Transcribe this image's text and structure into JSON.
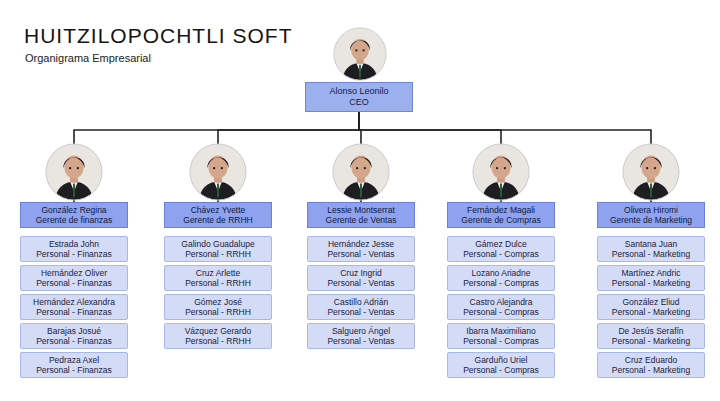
{
  "diagram": {
    "title": "HUITZILOPOCHTLI SOFT",
    "nodes": [
      {
        "text": [
          "Alonso Leonilo",
          "CEO"
        ]
      },
      {
        "text": [
          "González Regina",
          "Gerente de finanzas"
        ]
      },
      {
        "text": [
          "Estrada John",
          "Personal - Finanzas"
        ]
      },
      {
        "text": [
          "Hernández Oliver",
          "Personal - Finanzas"
        ]
      },
      {
        "text": [
          "Hernández Alexandra",
          "Personal - Finanzas"
        ]
      },
      {
        "text": [
          "Barajas Josué",
          "Personal - Finanzas"
        ]
      },
      {
        "text": [
          "Pedraza Axel",
          "Personal - Finanzas"
        ]
      },
      {
        "text": [
          "Chávez Yvette",
          "Gerente de RRHH"
        ]
      },
      {
        "text": [
          "Galindo Guadalupe",
          "Personal - RRHH"
        ]
      },
      {
        "text": [
          "Cruz Arlette",
          "Personal - RRHH"
        ]
      },
      {
        "text": [
          "Gómez José",
          "Personal - RRHH"
        ]
      },
      {
        "text": [
          "Vázquez Gerardo",
          "Personal - RRHH"
        ]
      },
      {
        "text": [
          "Lessie Montserrat",
          "Gerente de Ventas"
        ]
      },
      {
        "text": [
          "Hernández Jesse",
          "Personal - Ventas"
        ]
      },
      {
        "text": [
          "Cruz Ingrid",
          "Personal - Ventas"
        ]
      },
      {
        "text": [
          "Castillo Adrián",
          "Personal - Ventas"
        ]
      },
      {
        "text": [
          "Salguero Ángel",
          "Personal - Ventas"
        ]
      },
      {
        "text": [
          "Fernández Magali",
          "Gerente de Compras"
        ]
      },
      {
        "text": [
          "Gámez Dulce",
          "Personal - Compras"
        ]
      },
      {
        "text": [
          "Lozano Ariadne",
          "Personal - Compras"
        ]
      },
      {
        "text": [
          "Castro Alejandra",
          "Personal - Compras"
        ]
      },
      {
        "text": [
          "Ibarra Maximiliano",
          "Personal - Compras"
        ]
      },
      {
        "text": [
          "Garduño Uriel",
          "Personal - Compras"
        ]
      },
      {
        "text": [
          "Olivera Hiromi",
          "Gerente de Marketing"
        ]
      },
      {
        "text": [
          "Santana Juan",
          "Personal - Marketing"
        ]
      },
      {
        "text": [
          "Martínez Andric",
          "Personal - Marketing"
        ]
      },
      {
        "text": [
          "González Eliud",
          "Personal - Marketing"
        ]
      },
      {
        "text": [
          "De Jesús Serafín",
          "Personal - Marketing"
        ]
      },
      {
        "text": [
          "Cruz Eduardo",
          "Personal - Marketing"
        ]
      }
    ],
    "edges": [
      {
        "from": 0,
        "to": 1,
        "arrow": "none"
      },
      {
        "from": 0,
        "to": 7,
        "arrow": "none"
      },
      {
        "from": 0,
        "to": 12,
        "arrow": "none"
      },
      {
        "from": 0,
        "to": 17,
        "arrow": "none"
      },
      {
        "from": 0,
        "to": 23,
        "arrow": "none"
      }
    ],
    "labels": [
      "Organigrama Empresarial"
    ]
  }
}
